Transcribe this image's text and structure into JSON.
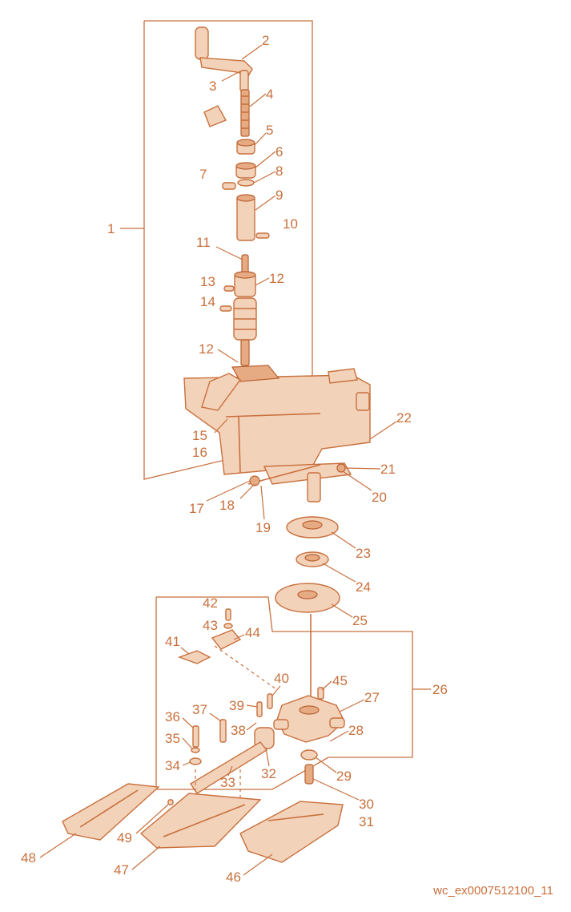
{
  "diagram": {
    "reference_code": "wc_ex0007512100_11",
    "colors": {
      "ink": "#c8703c",
      "fill": "#f3d2ba",
      "dark": "#e7ab84",
      "background": "#ffffff"
    },
    "callouts": [
      "1",
      "2",
      "3",
      "4",
      "5",
      "6",
      "7",
      "8",
      "9",
      "10",
      "11",
      "12",
      "13",
      "14",
      "12",
      "15",
      "16",
      "17",
      "18",
      "19",
      "20",
      "21",
      "22",
      "23",
      "24",
      "25",
      "26",
      "27",
      "28",
      "29",
      "30",
      "31",
      "32",
      "33",
      "34",
      "35",
      "36",
      "37",
      "38",
      "39",
      "40",
      "41",
      "42",
      "43",
      "44",
      "45",
      "46",
      "47",
      "48",
      "49"
    ]
  }
}
